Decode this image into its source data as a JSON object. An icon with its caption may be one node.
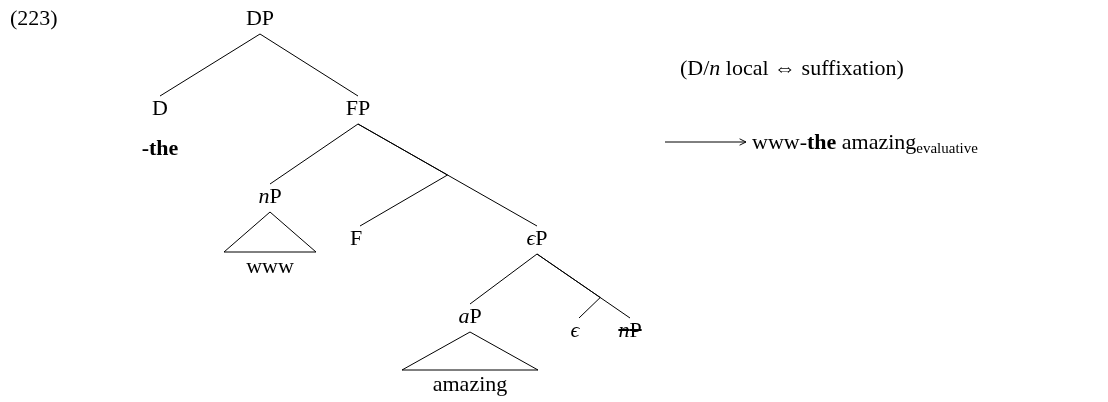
{
  "diagram": {
    "nodes": [
      {
        "text": [
          "DP"
        ]
      },
      {
        "text": [
          "D"
        ],
        "beside": [
          "-the"
        ]
      },
      {
        "text": [
          "FP"
        ]
      },
      {
        "text": [
          "nP"
        ]
      },
      {
        "text": [
          "www"
        ]
      },
      {
        "text": [
          "F"
        ]
      },
      {
        "text": [
          "ϵP"
        ]
      },
      {
        "text": [
          "aP"
        ]
      },
      {
        "text": [
          "amazing"
        ]
      },
      {
        "text": [
          "ϵ"
        ]
      },
      {
        "text": [
          "nP"
        ]
      },
      {
        "text": [
          "www-**the** amazing$_{evaluative}$"
        ]
      }
    ],
    "edges": [
      {
        "from": 0,
        "to": 1,
        "arrow": "none"
      },
      {
        "from": 0,
        "to": 2,
        "arrow": "none"
      },
      {
        "from": 2,
        "to": 3,
        "arrow": "none"
      },
      {
        "from": 2,
        "to": 5,
        "arrow": "none"
      },
      {
        "from": 2,
        "to": 6,
        "arrow": "none"
      },
      {
        "from": 3,
        "to": 4,
        "arrow": "none"
      },
      {
        "from": 6,
        "to": 7,
        "arrow": "none"
      },
      {
        "from": 6,
        "to": 9,
        "arrow": "none"
      },
      {
        "from": 6,
        "to": 10,
        "arrow": "none"
      },
      {
        "from": 7,
        "to": 8,
        "arrow": "none"
      },
      {
        "from": null,
        "to": 11,
        "arrow": "to"
      }
    ],
    "labels": [
      "(223)",
      "(D/*n* local ⇔ suffixation)"
    ]
  }
}
